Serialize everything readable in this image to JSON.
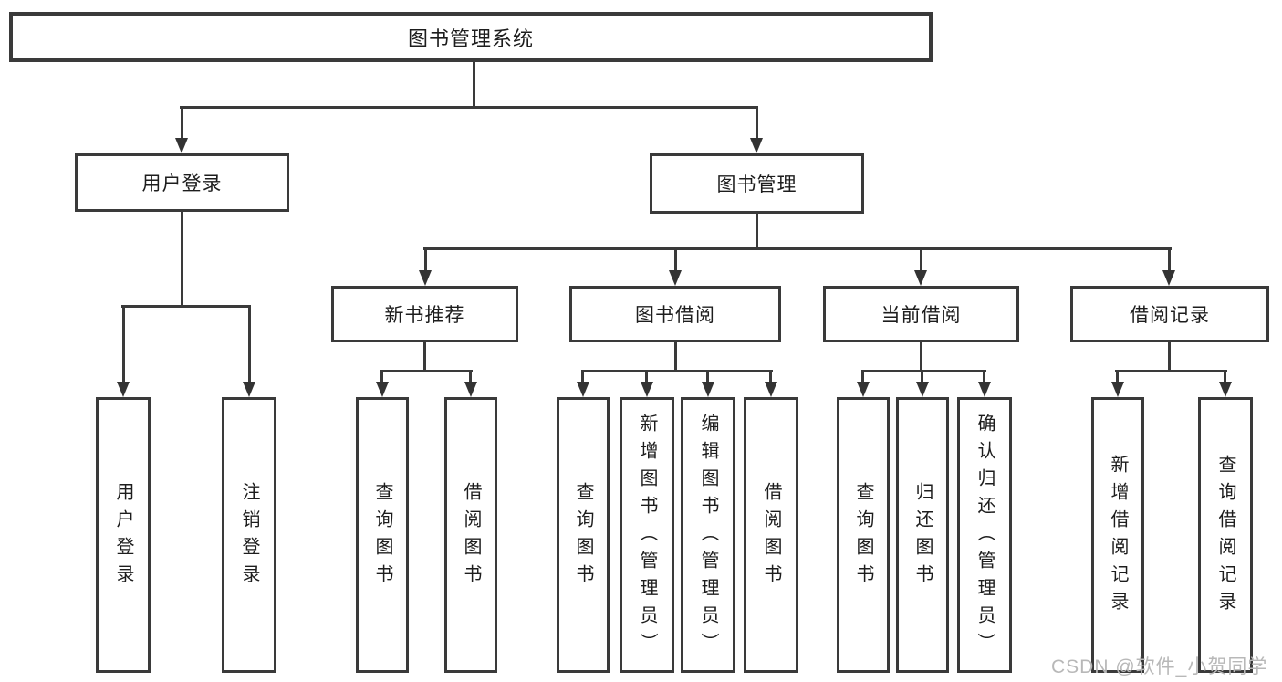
{
  "colors": {
    "line": "#3a3a3a",
    "text": "#1d1d1d",
    "background": "#ffffff",
    "watermark": "#b8b8b8"
  },
  "watermark": {
    "text": "CSDN @软件_小贺同学"
  },
  "tree": {
    "root": {
      "label": "图书管理系统"
    },
    "branches": [
      {
        "label": "用户登录",
        "children": [
          {
            "label": "用户登录"
          },
          {
            "label": "注销登录"
          }
        ]
      },
      {
        "label": "图书管理",
        "children": [
          {
            "label": "新书推荐",
            "children": [
              {
                "label": "查询图书"
              },
              {
                "label": "借阅图书"
              }
            ]
          },
          {
            "label": "图书借阅",
            "children": [
              {
                "label": "查询图书"
              },
              {
                "label": "新增图书（管理员）"
              },
              {
                "label": "编辑图书（管理员）"
              },
              {
                "label": "借阅图书"
              }
            ]
          },
          {
            "label": "当前借阅",
            "children": [
              {
                "label": "查询图书"
              },
              {
                "label": "归还图书"
              },
              {
                "label": "确认归还（管理员）"
              }
            ]
          },
          {
            "label": "借阅记录",
            "children": [
              {
                "label": "新增借阅记录"
              },
              {
                "label": "查询借阅记录"
              }
            ]
          }
        ]
      }
    ]
  }
}
